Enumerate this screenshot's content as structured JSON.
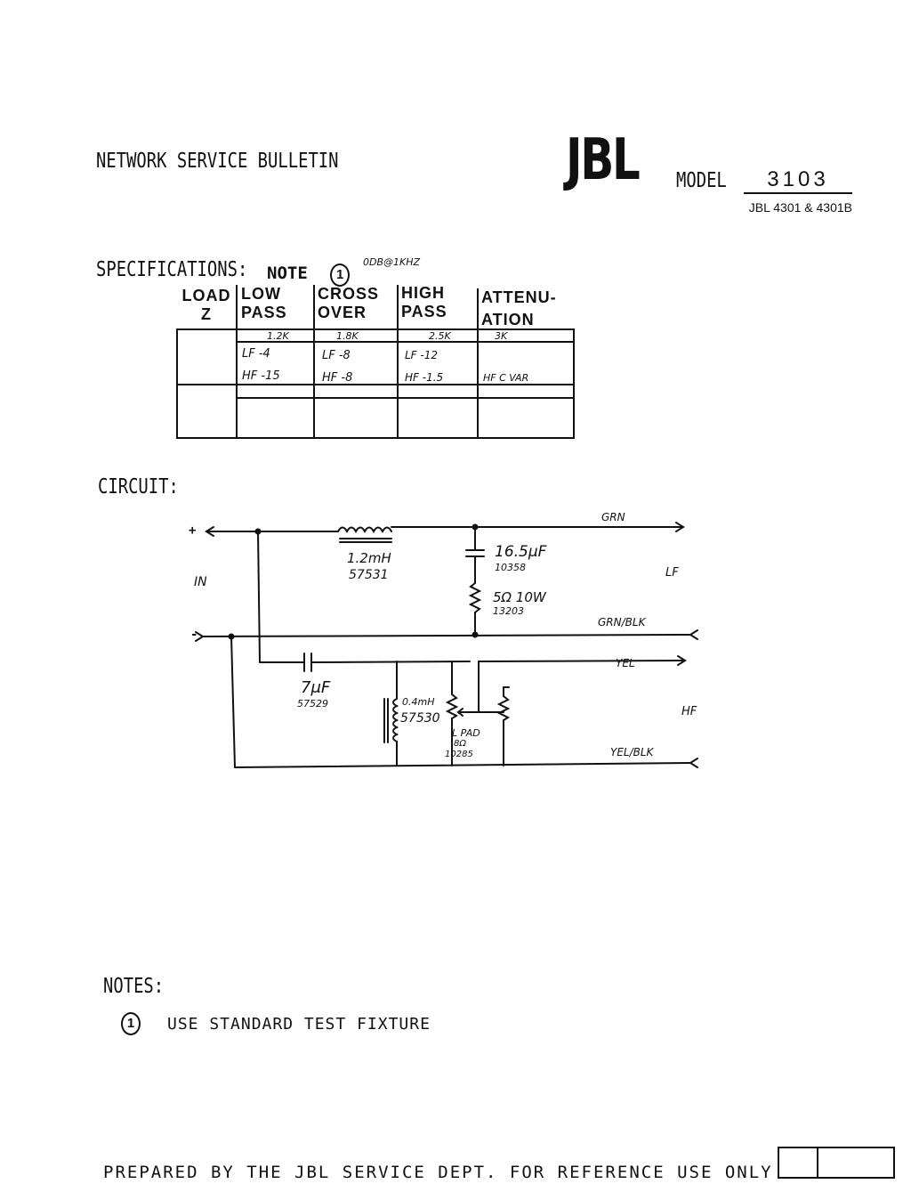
{
  "header": {
    "title": "NETWORK SERVICE BULLETIN",
    "logo": "JBL",
    "model_label": "MODEL",
    "model_number": "3103",
    "model_sub": "JBL 4301 & 4301B"
  },
  "specifications": {
    "heading": "SPECIFICATIONS:",
    "note_label": "NOTE",
    "note_number": "1",
    "handwritten": "0DB@1KHZ",
    "columns": [
      {
        "line1": "LOAD",
        "line2": "Z"
      },
      {
        "line1": "LOW",
        "line2": "PASS"
      },
      {
        "line1": "CROSS",
        "line2": "OVER"
      },
      {
        "line1": "HIGH",
        "line2": "PASS"
      },
      {
        "line1": "ATTENU-",
        "line2": "ATION"
      }
    ],
    "freq_row": [
      "",
      "1.2K",
      "1.8K",
      "2.5K",
      "3K"
    ],
    "lf_row": [
      "",
      "LF -4",
      "LF -8",
      "LF -12",
      ""
    ],
    "hf_row": [
      "",
      "HF -15",
      "HF -8",
      "HF -1.5",
      "HF C VAR"
    ]
  },
  "circuit": {
    "heading": "CIRCUIT:",
    "plus": "+",
    "minus": "-",
    "in_label": "IN",
    "inductor1": "1.2mH",
    "inductor1_part": "57531",
    "cap1": "16.5μF",
    "cap1_part": "10358",
    "resistor": "5Ω 10W",
    "resistor_part": "13203",
    "grn": "GRN",
    "grn_blk": "GRN/BLK",
    "lf": "LF",
    "cap2": "7μF",
    "cap2_part": "57529",
    "inductor2": "0.4mH",
    "inductor2_part": "57530",
    "lpad": "L PAD",
    "lpad_value": "8Ω",
    "lpad_part": "10285",
    "yel": "YEL",
    "yel_blk": "YEL/BLK",
    "hf": "HF"
  },
  "notes": {
    "heading": "NOTES:",
    "items": [
      {
        "number": "1",
        "text": "USE STANDARD TEST FIXTURE"
      }
    ]
  },
  "footer": {
    "text": "PREPARED BY THE JBL SERVICE DEPT. FOR REFERENCE USE ONLY"
  }
}
